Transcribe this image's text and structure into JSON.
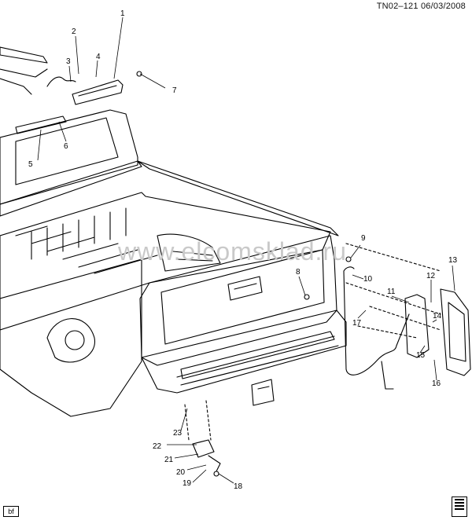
{
  "header": {
    "ref": "TN02–121 06/03/2008"
  },
  "watermark": "www.elcomsklad.ru",
  "corner_code": "bf",
  "callouts": [
    "1",
    "2",
    "3",
    "4",
    "5",
    "6",
    "7",
    "8",
    "9",
    "10",
    "11",
    "12",
    "13",
    "14",
    "15",
    "16",
    "17",
    "18",
    "19",
    "20",
    "21",
    "22",
    "23"
  ],
  "colors": {
    "line": "#000000",
    "background": "#ffffff",
    "watermark": "#c9c9c9"
  }
}
